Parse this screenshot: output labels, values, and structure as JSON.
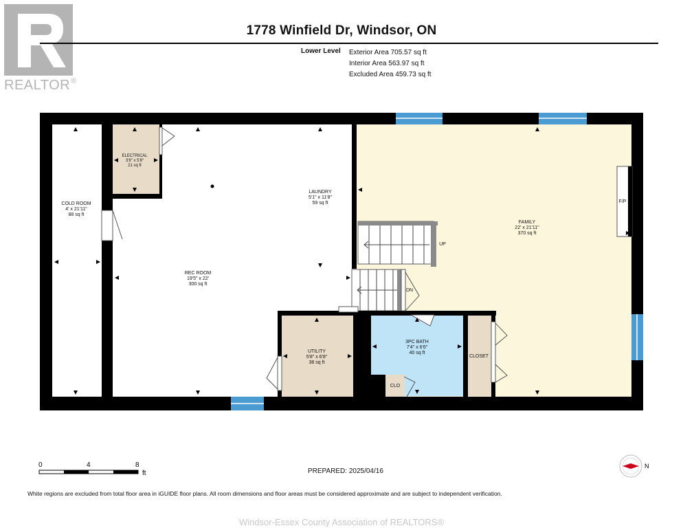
{
  "logo": {
    "text": "REALTOR",
    "mark": "®"
  },
  "title": "1778 Winfield Dr, Windsor, ON",
  "level": "Lower Level",
  "areas": [
    "Exterior Area 705.57 sq ft",
    "Interior Area 563.97 sq ft",
    "Excluded Area 459.73 sq ft"
  ],
  "rooms": {
    "cold_room": {
      "name": "COLD ROOM",
      "dims": "4' x 21'11\"",
      "area": "88 sq ft"
    },
    "electrical": {
      "name": "ELECTRICAL",
      "dims": "3'8\" x 5'8\"",
      "area": "21 sq ft"
    },
    "laundry": {
      "name": "LAUNDRY",
      "dims": "5'1\" x 11'8\"",
      "area": "59 sq ft"
    },
    "rec_room": {
      "name": "REC ROOM",
      "dims": "19'5\" x 22'",
      "area": "300 sq ft"
    },
    "family": {
      "name": "FAMILY",
      "dims": "22' x 21'11\"",
      "area": "370 sq ft"
    },
    "utility": {
      "name": "UTILITY",
      "dims": "5'8\" x 6'8\"",
      "area": "38 sq ft"
    },
    "bath": {
      "name": "3PC BATH",
      "dims": "7'4\" x 6'6\"",
      "area": "40 sq ft"
    }
  },
  "fixtures": {
    "up": "UP",
    "dn": "DN",
    "fp": "F/P",
    "closet": "CLOSET",
    "clo": "CLO"
  },
  "colors": {
    "wall": "#000000",
    "family": "#fbf6dc",
    "bath": "#bfe4f8",
    "utility": "#e8dcc8",
    "electrical": "#e8dcc8",
    "closet": "#e8dcc8",
    "window": "#4a9bd1",
    "stairs": "#ffffff"
  },
  "scale": {
    "ticks": [
      "0",
      "4",
      "8"
    ],
    "unit": "ft"
  },
  "prepared": "PREPARED: 2025/04/16",
  "compass": {
    "label": "N"
  },
  "disclaimer": "White regions are excluded from total floor area in iGUIDE floor plans. All room dimensions and floor areas must be considered approximate and are subject to independent verification.",
  "footer": "Windsor-Essex County Association of REALTORS®"
}
